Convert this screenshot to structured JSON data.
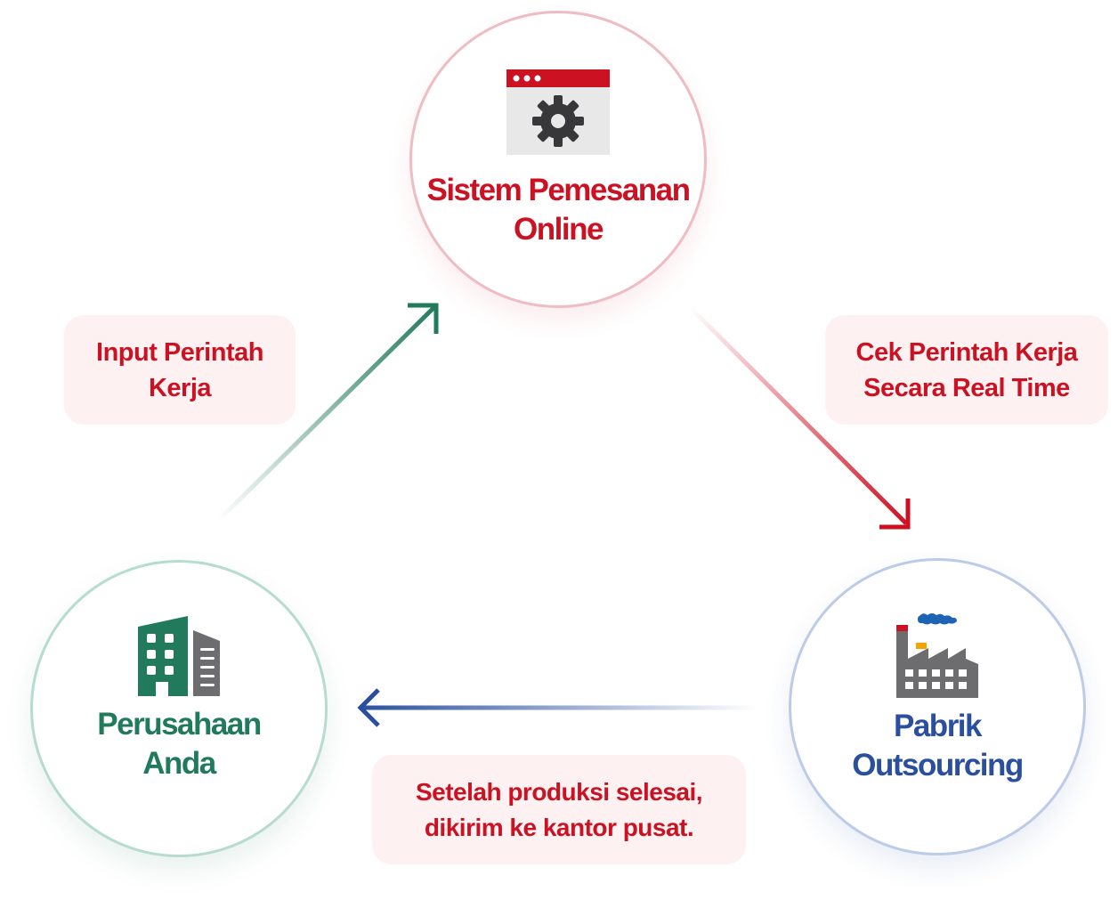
{
  "nodes": {
    "system": {
      "title_line1": "Sistem Pemesanan",
      "title_line2": "Online",
      "icon": "browser-gear-icon"
    },
    "company": {
      "title_line1": "Perusahaan",
      "title_line2": "Anda",
      "icon": "office-building-icon"
    },
    "factory": {
      "title_line1": "Pabrik",
      "title_line2": "Outsourcing",
      "icon": "factory-icon"
    }
  },
  "steps": {
    "input": {
      "line1": "Input Perintah",
      "line2": "Kerja"
    },
    "check": {
      "line1": "Cek Perintah Kerja",
      "line2": "Secara Real Time"
    },
    "ship": {
      "line1": "Setelah produksi selesai,",
      "line2": "dikirim ke kantor pusat."
    }
  },
  "colors": {
    "red": "#cc1122",
    "green": "#217a5c",
    "blue": "#2a4f9e",
    "gray": "#6d6d6f",
    "label_bg": "#fdf1f1"
  }
}
